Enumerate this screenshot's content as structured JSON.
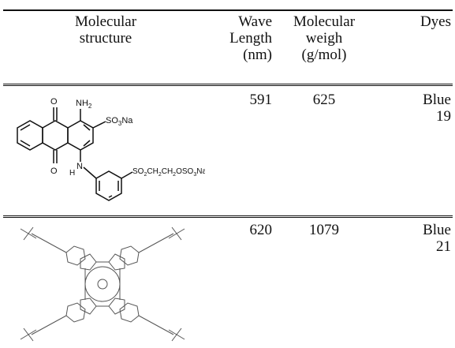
{
  "table": {
    "headers": {
      "structure": [
        "Molecular",
        "structure"
      ],
      "wavelength": [
        "Wave",
        "Length",
        "(nm)"
      ],
      "molecular_weight": [
        "Molecular",
        "weigh",
        "(g/mol)"
      ],
      "dyes": [
        "Dyes"
      ]
    },
    "rows": [
      {
        "wavelength": "591",
        "molecular_weight": "625",
        "dye": [
          "Blue",
          "19"
        ],
        "structure_labels": {
          "o_top": "O",
          "o_bottom": "O",
          "nh2": "NH",
          "nh2_sub": "2",
          "so3na": "SO",
          "so3na_sub": "3",
          "so3na_end": "Na",
          "n": "N",
          "h": "H",
          "side_chain": "SO",
          "side_chain_s1": "2",
          "side_chain_ch": "CH",
          "side_chain_s2": "2",
          "side_chain_ch2": "CH",
          "side_chain_s3": "2",
          "side_chain_oso": "OSO",
          "side_chain_s4": "3",
          "side_chain_na": "Na"
        }
      },
      {
        "wavelength": "620",
        "molecular_weight": "1079",
        "dye": [
          "Blue",
          "21"
        ]
      }
    ]
  }
}
